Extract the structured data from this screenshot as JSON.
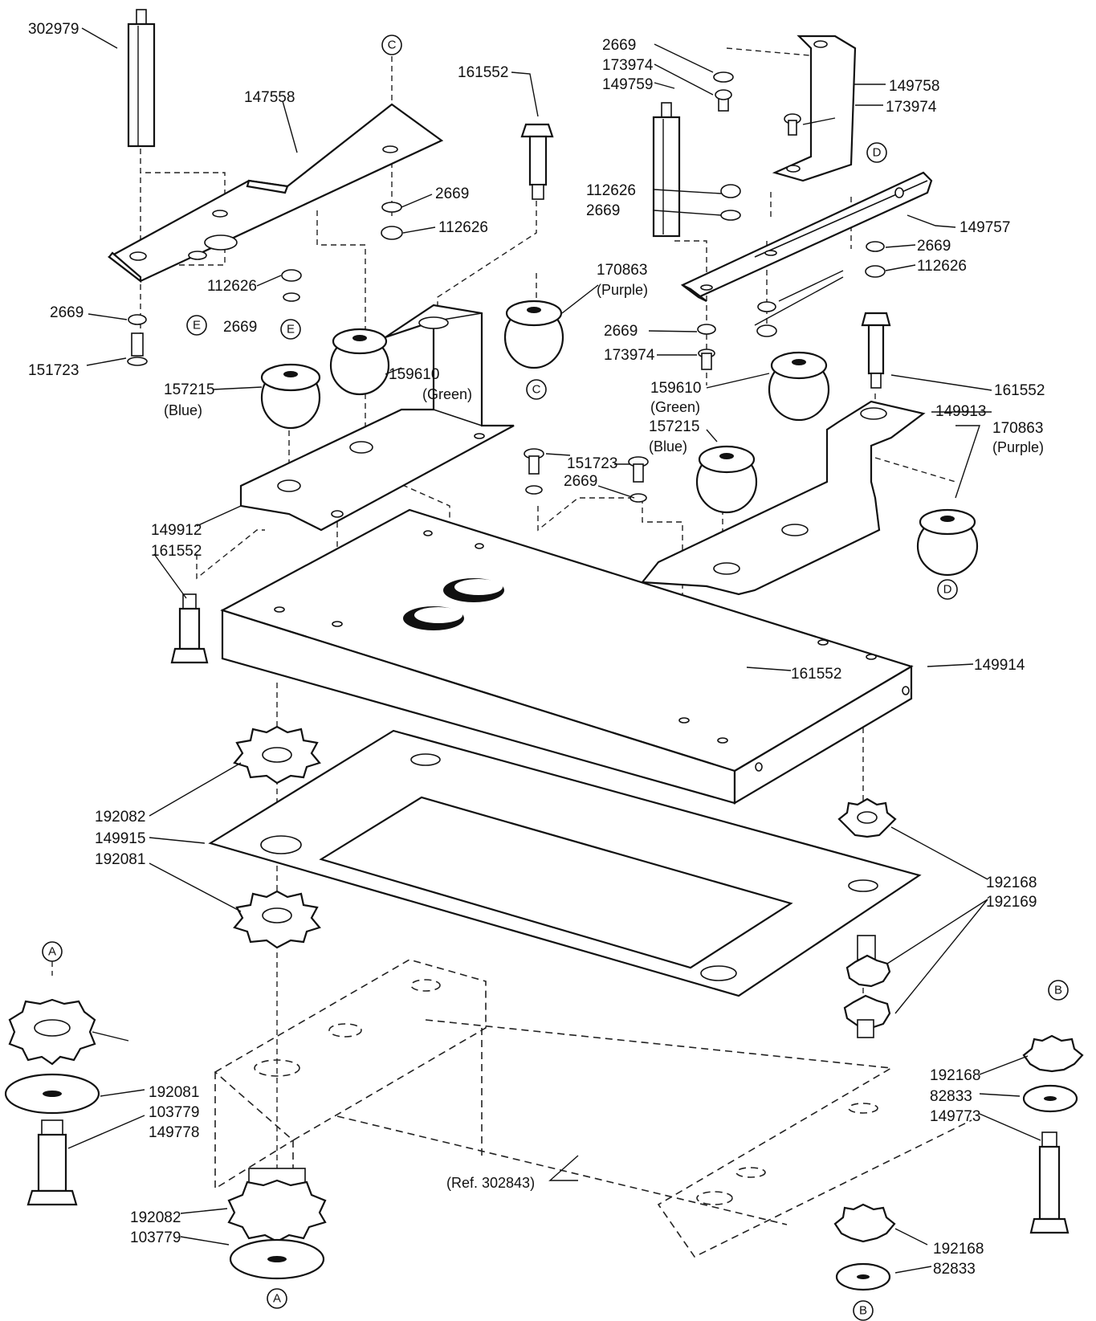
{
  "labels": {
    "p302979": "302979",
    "p147558": "147558",
    "p161552_top": "161552",
    "p2669_a": "2669",
    "p112626_a": "112626",
    "p112626_b": "112626",
    "p2669_b": "2669",
    "p2669_c": "2669",
    "p151723_left": "151723",
    "p157215_left": "157215",
    "p157215_left_color": "(Blue)",
    "p159610_left": "159610",
    "p159610_left_color": "(Green)",
    "p170863_top": "170863",
    "p170863_top_color": "(Purple)",
    "p149912": "149912",
    "p161552_left": "161552",
    "p2669_top_right": "2669",
    "p173974_top": "173974",
    "p149759": "149759",
    "p149758": "149758",
    "p173974_right": "173974",
    "p112626_c": "112626",
    "p2669_d": "2669",
    "p149757": "149757",
    "p2669_e": "2669",
    "p112626_d": "112626",
    "p2669_f": "2669",
    "p173974_mid": "173974",
    "p159610_right": "159610",
    "p159610_right_color": "(Green)",
    "p157215_right": "157215",
    "p157215_right_color": "(Blue)",
    "p161552_right": "161552",
    "p149913": "149913",
    "p170863_right": "170863",
    "p170863_right_color": "(Purple)",
    "p151723_mid": "151723",
    "p2669_g": "2669",
    "p161552_bottom": "161552",
    "p149914": "149914",
    "p192082_a": "192082",
    "p149915": "149915",
    "p192081_a": "192081",
    "p192168_a": "192168",
    "p192169": "192169",
    "p192081_b": "192081",
    "p103779_a": "103779",
    "p149778": "149778",
    "p192082_b": "192082",
    "p103779_b": "103779",
    "ref302843": "(Ref. 302843)",
    "p192168_b": "192168",
    "p82833_a": "82833",
    "p149773": "149773",
    "p192168_c": "192168",
    "p82833_b": "82833"
  },
  "callouts": {
    "c_top": "C",
    "c_mid": "C",
    "d_top": "D",
    "d_mid": "D",
    "e_left": "E",
    "e_mid": "E",
    "a_top": "A",
    "a_bottom": "A",
    "b_top": "B",
    "b_bottom": "B"
  }
}
